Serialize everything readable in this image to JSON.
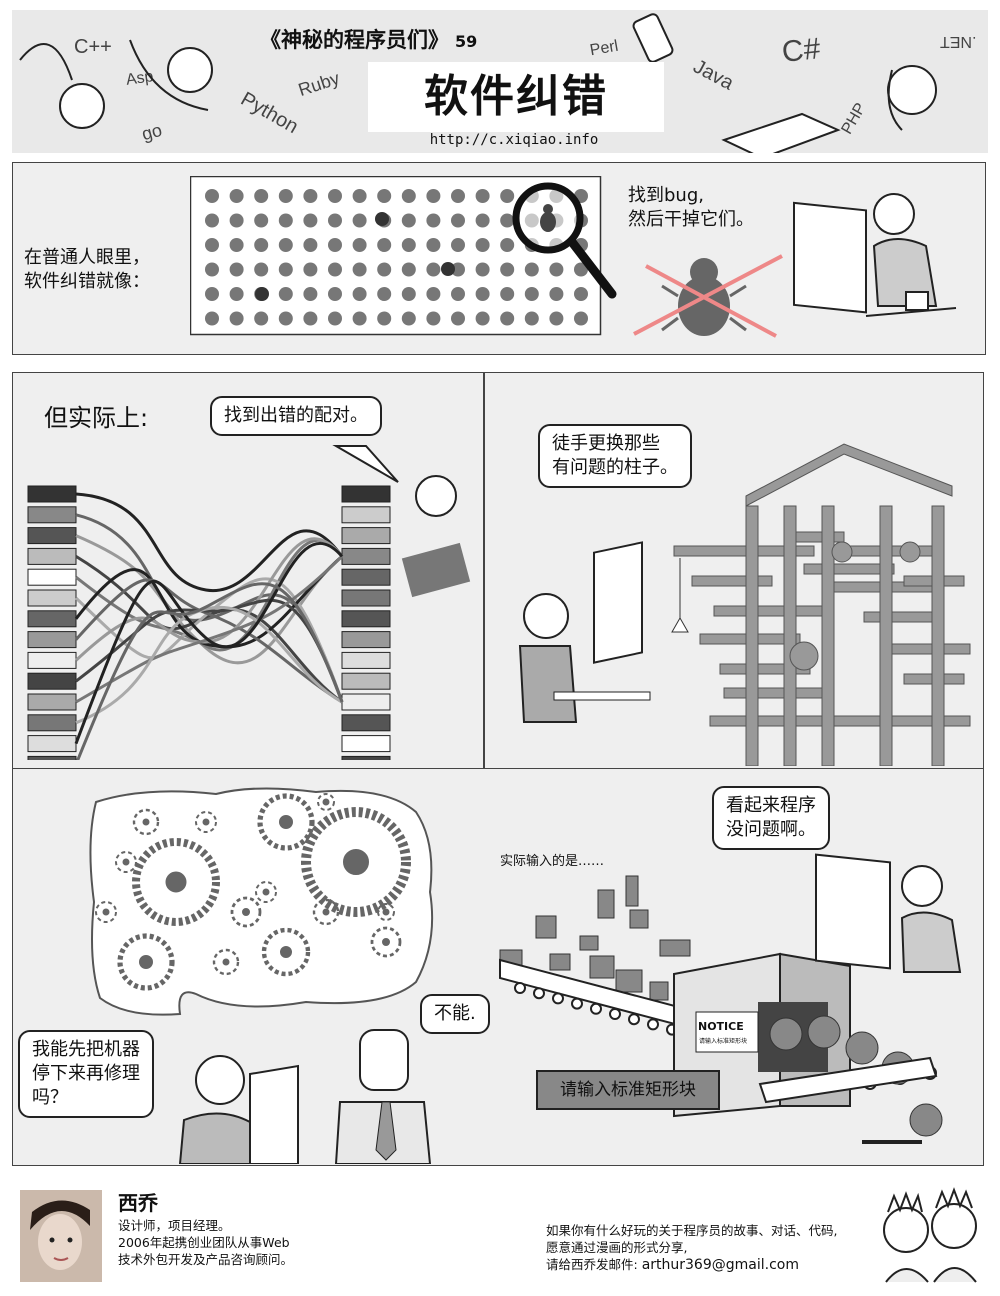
{
  "header": {
    "series_title": "《神秘的程序员们》",
    "episode": "59",
    "title": "软件纠错",
    "url": "http://c.xiqiao.info",
    "languages": [
      "C++",
      "Asp",
      "Ruby",
      "Python",
      "go",
      "Perl",
      "Java",
      "C#",
      "PHP",
      ".NET"
    ]
  },
  "panel1": {
    "caption": "在普通人眼里，\n软件纠错就像：",
    "bubble": "找到bug,\n然后干掉它们。"
  },
  "panel2": {
    "caption": "但实际上:",
    "bubble": "找到出错的配对。"
  },
  "panel3": {
    "bubble": "徒手更换那些\n有问题的柱子。"
  },
  "panel4": {
    "bubble_left": "我能先把机器\n停下来再修理\n吗？",
    "bubble_right": "不能."
  },
  "panel5": {
    "caption": "实际输入的是……",
    "bubble": "看起来程序\n没问题啊。",
    "notice_title": "NOTICE",
    "notice_text": "请输入标准矩形块",
    "sign": "请输入标准矩形块"
  },
  "footer": {
    "author": "西乔",
    "bio": [
      "设计师，项目经理。",
      "2006年起携创业团队从事Web",
      "技术外包开发及产品咨询顾问。"
    ],
    "contact": [
      "如果你有什么好玩的关于程序员的故事、对话、代码,",
      "愿意通过漫画的形式分享,"
    ],
    "email_prefix": "请给西乔发邮件: ",
    "email": "arthur369@gmail.com"
  }
}
